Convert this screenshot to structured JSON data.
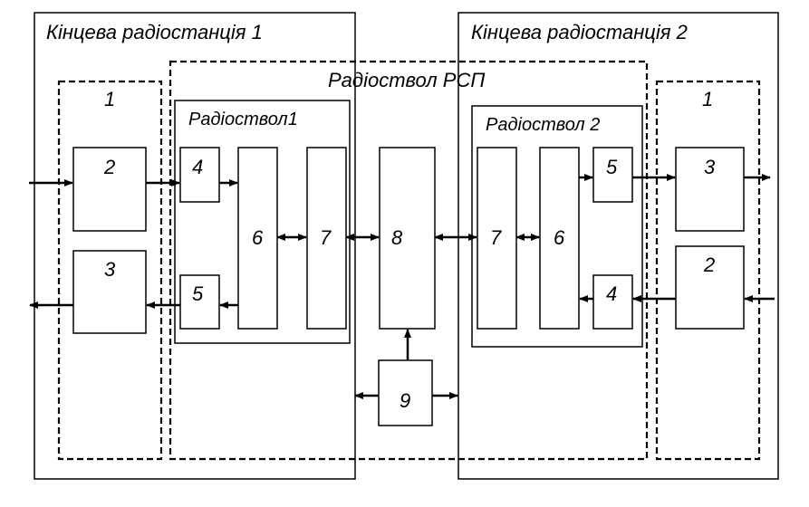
{
  "colors": {
    "stroke": "#000000",
    "background": "#ffffff"
  },
  "station1": {
    "title": "Кінцева радіостанція 1"
  },
  "station2": {
    "title": "Кінцева радіостанція 2"
  },
  "relay": {
    "title": "Радіоствол РСП"
  },
  "trunk1": {
    "title": "Радіоствол1"
  },
  "trunk2": {
    "title": "Радіоствол 2"
  },
  "blocks": {
    "group1_left": "1",
    "group1_right": "1",
    "b2_left": "2",
    "b3_left": "3",
    "b4_left": "4",
    "b5_left": "5",
    "b6_left": "6",
    "b7_left": "7",
    "b8": "8",
    "b9": "9",
    "b7_right": "7",
    "b6_right": "6",
    "b5_right": "5",
    "b4_right": "4",
    "b3_right": "3",
    "b2_right": "2"
  }
}
